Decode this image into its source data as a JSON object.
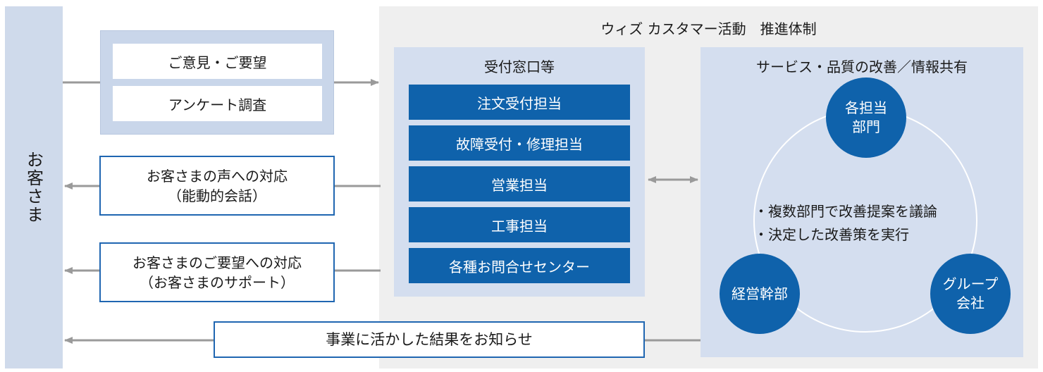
{
  "customer": {
    "label": "お客さま"
  },
  "promotion": {
    "title": "ウィズ カスタマー活動　推進体制"
  },
  "inbound": {
    "opinion": "ご意見・ご要望",
    "survey": "アンケート調査"
  },
  "outbound": {
    "voice_line1": "お客さまの声への対応",
    "voice_line2": "（能動的会話）",
    "request_line1": "お客さまのご要望への対応",
    "request_line2": "（お客さまのサポート）",
    "result": "事業に活かした結果をお知らせ"
  },
  "reception": {
    "title": "受付窓口等",
    "items": [
      {
        "label": "注文受付担当"
      },
      {
        "label": "故障受付・修理担当"
      },
      {
        "label": "営業担当"
      },
      {
        "label": "工事担当"
      },
      {
        "label": "各種お問合せセンター"
      }
    ]
  },
  "improvement": {
    "title": "サービス・品質の改善／情報共有",
    "nodes": {
      "dept_line1": "各担当",
      "dept_line2": "部門",
      "management": "経営幹部",
      "group_line1": "グループ",
      "group_line2": "会社"
    },
    "bullets": [
      {
        "text": "・複数部門で改善提案を議論"
      },
      {
        "text": "・決定した改善策を実行"
      }
    ]
  },
  "colors": {
    "primary_blue": "#0f62ab",
    "light_blue": "#d4deef",
    "panel_gray": "#efefef",
    "arrow_gray": "#9a9a9a"
  }
}
